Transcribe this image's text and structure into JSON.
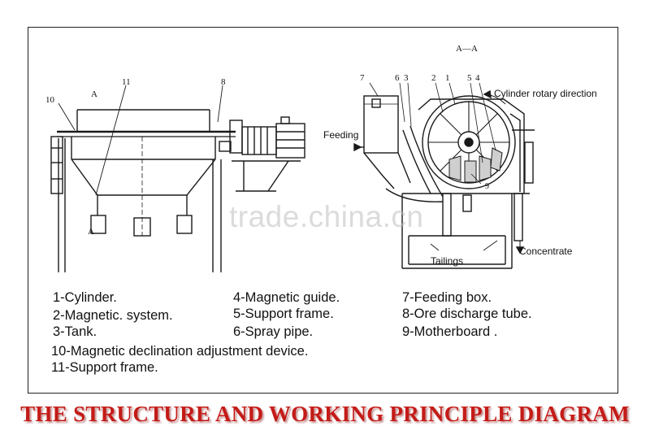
{
  "diagram": {
    "section_label": "A—A",
    "left_labels": {
      "n10": "10",
      "nA": "A",
      "n11": "11",
      "n8": "8",
      "nA2": "A"
    },
    "right_labels": {
      "n7": "7",
      "n6": "6",
      "n3": "3",
      "n2": "2",
      "n1": "1",
      "n5": "5",
      "n4": "4",
      "n9": "9"
    },
    "annotations": {
      "rotation": "Cylinder rotary direction",
      "feeding": "Feeding",
      "tailings": "Tailings",
      "concentrate": "Concentrate"
    }
  },
  "legend": {
    "items": [
      "1-Cylinder.",
      "2-Magnetic. system.",
      "3-Tank.",
      "4-Magnetic guide.",
      "5-Support frame.",
      "6-Spray pipe.",
      "7-Feeding box.",
      "8-Ore discharge tube.",
      "9-Motherboard .",
      "10-Magnetic declination adjustment device.",
      "11-Support frame."
    ]
  },
  "watermark": "trade.china.cn",
  "banner": "THE STRUCTURE AND WORKING PRINCIPLE DIAGRAM"
}
